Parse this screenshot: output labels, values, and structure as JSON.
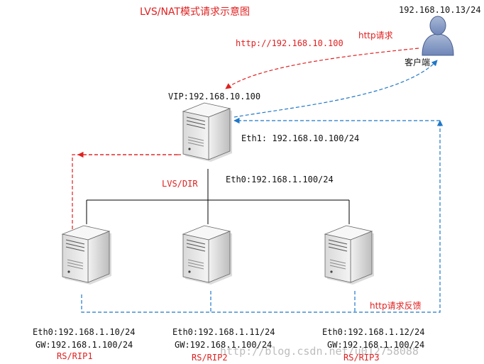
{
  "title": "LVS/NAT模式请求示意图",
  "client": {
    "ip": "192.168.10.13/24",
    "label": "客户端"
  },
  "director": {
    "vip": "VIP:192.168.10.100",
    "eth1": "Eth1: 192.168.10.100/24",
    "eth0": "Eth0:192.168.1.100/24",
    "name": "LVS/DIR"
  },
  "arrows": {
    "request_label": "http请求",
    "request_url": "http://192.168.10.100",
    "response_label": "http请求反馈"
  },
  "servers": [
    {
      "eth0": "Eth0:192.168.1.10/24",
      "gw": "GW:192.168.1.100/24",
      "name": "RS/RIP1"
    },
    {
      "eth0": "Eth0:192.168.1.11/24",
      "gw": "GW:192.168.1.100/24",
      "name": "RS/RIP2"
    },
    {
      "eth0": "Eth0:192.168.1.12/24",
      "gw": "GW:192.168.1.100/24",
      "name": "RS/RIP3"
    }
  ],
  "watermark": "http://blog.csdn.net/u012758088",
  "colors": {
    "request": "#e02020",
    "response": "#1f77c8",
    "wire": "#000000"
  }
}
